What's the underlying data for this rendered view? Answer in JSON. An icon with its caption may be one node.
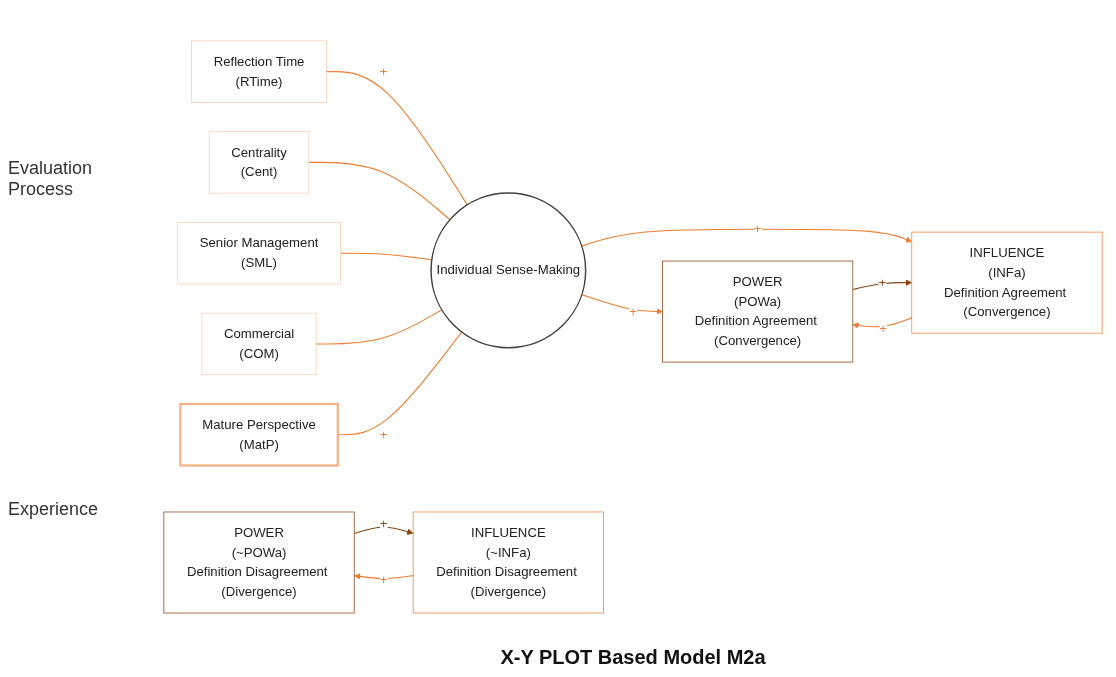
{
  "diagram": {
    "caption": "X-Y PLOT Based Model M2a",
    "nodes": [
      {
        "text": [
          "Reflection Time",
          "(RTime)"
        ]
      },
      {
        "text": [
          "Centrality",
          "(Cent)"
        ]
      },
      {
        "text": [
          "Senior Management",
          "(SML)"
        ]
      },
      {
        "text": [
          "Commercial",
          "(COM)"
        ]
      },
      {
        "text": [
          "Mature Perspective",
          "(MatP)"
        ]
      },
      {
        "text": [
          "Individual Sense-Making"
        ]
      },
      {
        "text": [
          "POWER",
          "(POWa)",
          "Definition Agreement (Convergence)"
        ]
      },
      {
        "text": [
          "POWER",
          "(~POWa)",
          "Definition Disagreement (Divergence)"
        ]
      },
      {
        "text": [
          "INFLUENCE",
          "(INFa)",
          "Definition Agreement (Convergence)"
        ]
      },
      {
        "text": [
          "INFLUENCE",
          "(~INFa)",
          "Definition Disagreement (Divergence)"
        ]
      }
    ],
    "edges": [
      {
        "from": 0,
        "to": 5,
        "arrow": "none",
        "label": "+"
      },
      {
        "from": 1,
        "to": 5,
        "arrow": "none"
      },
      {
        "from": 2,
        "to": 5,
        "arrow": "none"
      },
      {
        "from": 3,
        "to": 5,
        "arrow": "none"
      },
      {
        "from": 4,
        "to": 5,
        "arrow": "none",
        "label": "+"
      },
      {
        "from": 5,
        "to": 6,
        "arrow": "to",
        "label": "+"
      },
      {
        "from": 5,
        "to": 8,
        "arrow": "to",
        "label": "+"
      },
      {
        "from": 6,
        "to": 8,
        "arrow": "to",
        "label": "+",
        "color": "#8b4513"
      },
      {
        "from": 8,
        "to": 6,
        "arrow": "to",
        "label": "+"
      },
      {
        "from": 7,
        "to": 9,
        "arrow": "to",
        "label": "+",
        "color": "#8b4513"
      },
      {
        "from": 9,
        "to": 7,
        "arrow": "to",
        "label": "+"
      }
    ],
    "labels": [
      "Evaluation Process",
      "Experience"
    ]
  }
}
